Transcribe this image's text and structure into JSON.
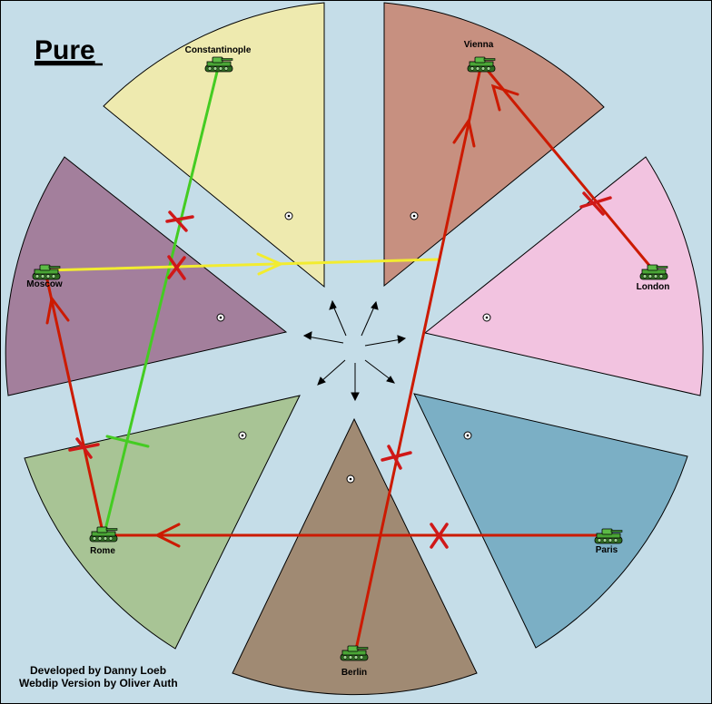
{
  "map": {
    "title": "Pure",
    "credits": {
      "line1": "Developed by Danny Loeb",
      "line2": "Webdip Version by Oliver Auth"
    }
  },
  "colors": {
    "sea": "#c5dde8",
    "border": "#000000",
    "constantinople": "#eeeaaf",
    "vienna": "#c79080",
    "london": "#f2c3e0",
    "paris": "#7bafc5",
    "berlin": "#a08a73",
    "rome": "#a8c495",
    "moscow": "#a37f9c",
    "red_order": "#cc1a00",
    "green_order": "#44cc22",
    "yellow_order": "#f2ec30",
    "failed_mark": "#d01818",
    "tank": "#3a8f2a"
  },
  "provinces": [
    {
      "name": "Constantinople",
      "unit": "army-tank-icon",
      "supply_center": true
    },
    {
      "name": "Vienna",
      "unit": "army-tank-icon",
      "supply_center": true
    },
    {
      "name": "London",
      "unit": "army-tank-icon",
      "supply_center": true
    },
    {
      "name": "Paris",
      "unit": "army-tank-icon",
      "supply_center": true
    },
    {
      "name": "Berlin",
      "unit": "army-tank-icon",
      "supply_center": true
    },
    {
      "name": "Rome",
      "unit": "army-tank-icon",
      "supply_center": true
    },
    {
      "name": "Moscow",
      "unit": "army-tank-icon",
      "supply_center": true
    }
  ],
  "orders": [
    {
      "type": "move",
      "from": "Berlin",
      "to": "Vienna",
      "color": "red",
      "failed": true
    },
    {
      "type": "move",
      "from": "London",
      "to": "Vienna",
      "color": "red",
      "failed": true
    },
    {
      "type": "move",
      "from": "Paris",
      "to": "Rome",
      "color": "red",
      "failed": true
    },
    {
      "type": "move",
      "from": "Rome",
      "to": "Moscow",
      "color": "red",
      "failed": true
    },
    {
      "type": "support-hold",
      "from": "Constantinople",
      "to": "Rome",
      "color": "green",
      "failed": true
    },
    {
      "type": "move",
      "from": "Moscow",
      "to": "Vienna",
      "color": "yellow",
      "failed": true
    }
  ]
}
